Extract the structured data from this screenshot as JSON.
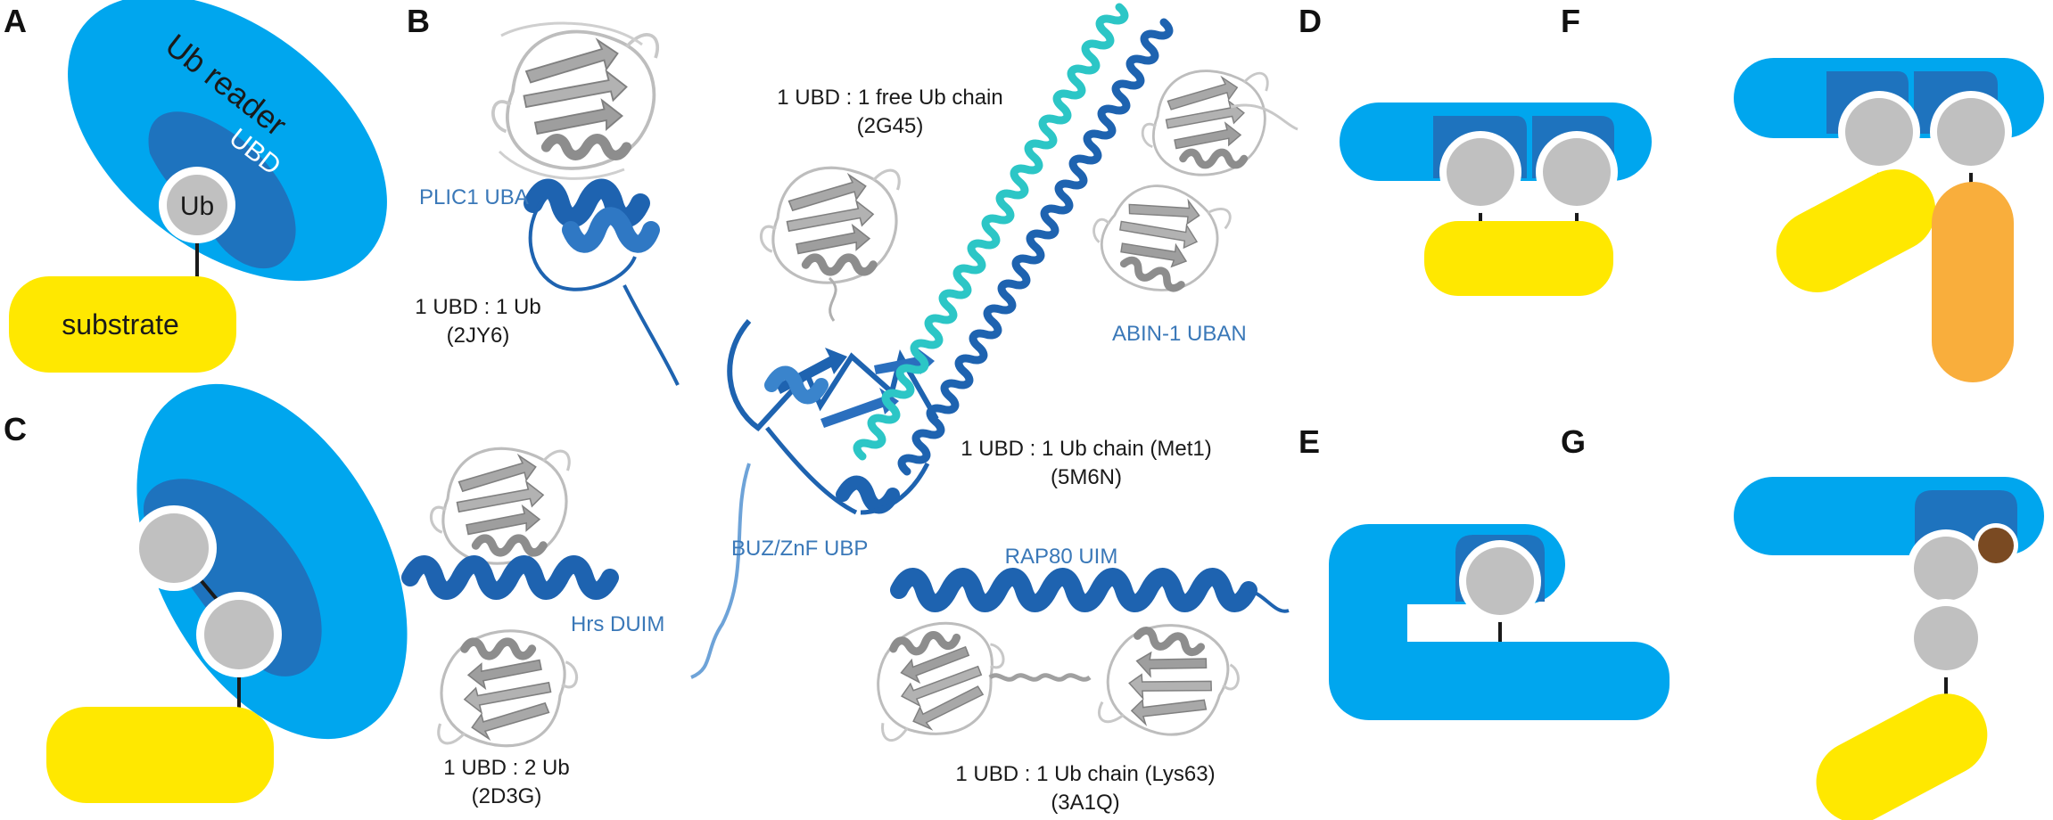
{
  "colors": {
    "reader": "#00a6ee",
    "ubd": "#1e73be",
    "ub": "#c0c0c0",
    "substrate": "#ffe800",
    "second_substrate": "#f9ae3c",
    "modification": "#7a4a22",
    "label_blue": "#3a78b8",
    "label_black": "#1a1a1a",
    "protein_grey": "#a8a8a8",
    "protein_cyan": "#2cc6c6"
  },
  "panels": {
    "A": "A",
    "B": "B",
    "C": "C",
    "D": "D",
    "E": "E",
    "F": "F",
    "G": "G"
  },
  "panel_a": {
    "reader_label": "Ub reader",
    "ubd_label": "UBD",
    "ub_label": "Ub",
    "substrate_label": "substrate"
  },
  "panel_b": {
    "plic1": {
      "domain": "PLIC1 UBA",
      "stoichiometry": "1 UBD : 1 Ub",
      "pdb": "(2JY6)"
    },
    "buz": {
      "domain": "BUZ/ZnF UBP",
      "stoichiometry": "1 UBD : 1 free Ub chain",
      "pdb": "(2G45)"
    },
    "abin": {
      "domain": "ABIN-1 UBAN",
      "stoichiometry": "1 UBD : 1 Ub chain (Met1)",
      "pdb": "(5M6N)"
    },
    "hrs": {
      "domain": "Hrs DUIM",
      "stoichiometry": "1 UBD : 2 Ub",
      "pdb": "(2D3G)"
    },
    "rap80": {
      "domain": "RAP80 UIM",
      "stoichiometry": "1 UBD : 1 Ub chain (Lys63)",
      "pdb": "(3A1Q)"
    }
  }
}
